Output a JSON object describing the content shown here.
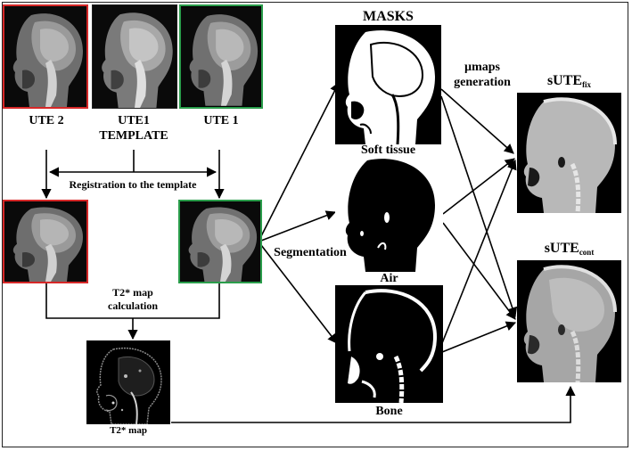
{
  "labels": {
    "ute2": "UTE 2",
    "ute1_template_line1": "UTE1",
    "ute1_template_line2": "TEMPLATE",
    "ute1": "UTE 1",
    "registration": "Registration to the template",
    "t2_calc_line1": "T2* map",
    "t2_calc_line2": "calculation",
    "t2_map": "T2* map",
    "masks": "MASKS",
    "segmentation": "Segmentation",
    "soft_tissue": "Soft tissue",
    "air": "Air",
    "bone": "Bone",
    "umaps_line1": "µmaps",
    "umaps_line2": "generation",
    "sute_fix_main": "sUTE",
    "sute_fix_sub": "fix",
    "sute_cont_main": "sUTE",
    "sute_cont_sub": "cont"
  },
  "colors": {
    "ute2_border": "#d62828",
    "ute1_border": "#2a9d4b",
    "template_border": "#222222",
    "arrow": "#000000"
  },
  "icons": {
    "mri": "head-sagittal-mri-icon",
    "mask_soft": "soft-tissue-mask-icon",
    "mask_air": "air-mask-icon",
    "mask_bone": "bone-mask-icon",
    "sute": "sute-umap-icon",
    "t2": "t2-map-icon"
  }
}
